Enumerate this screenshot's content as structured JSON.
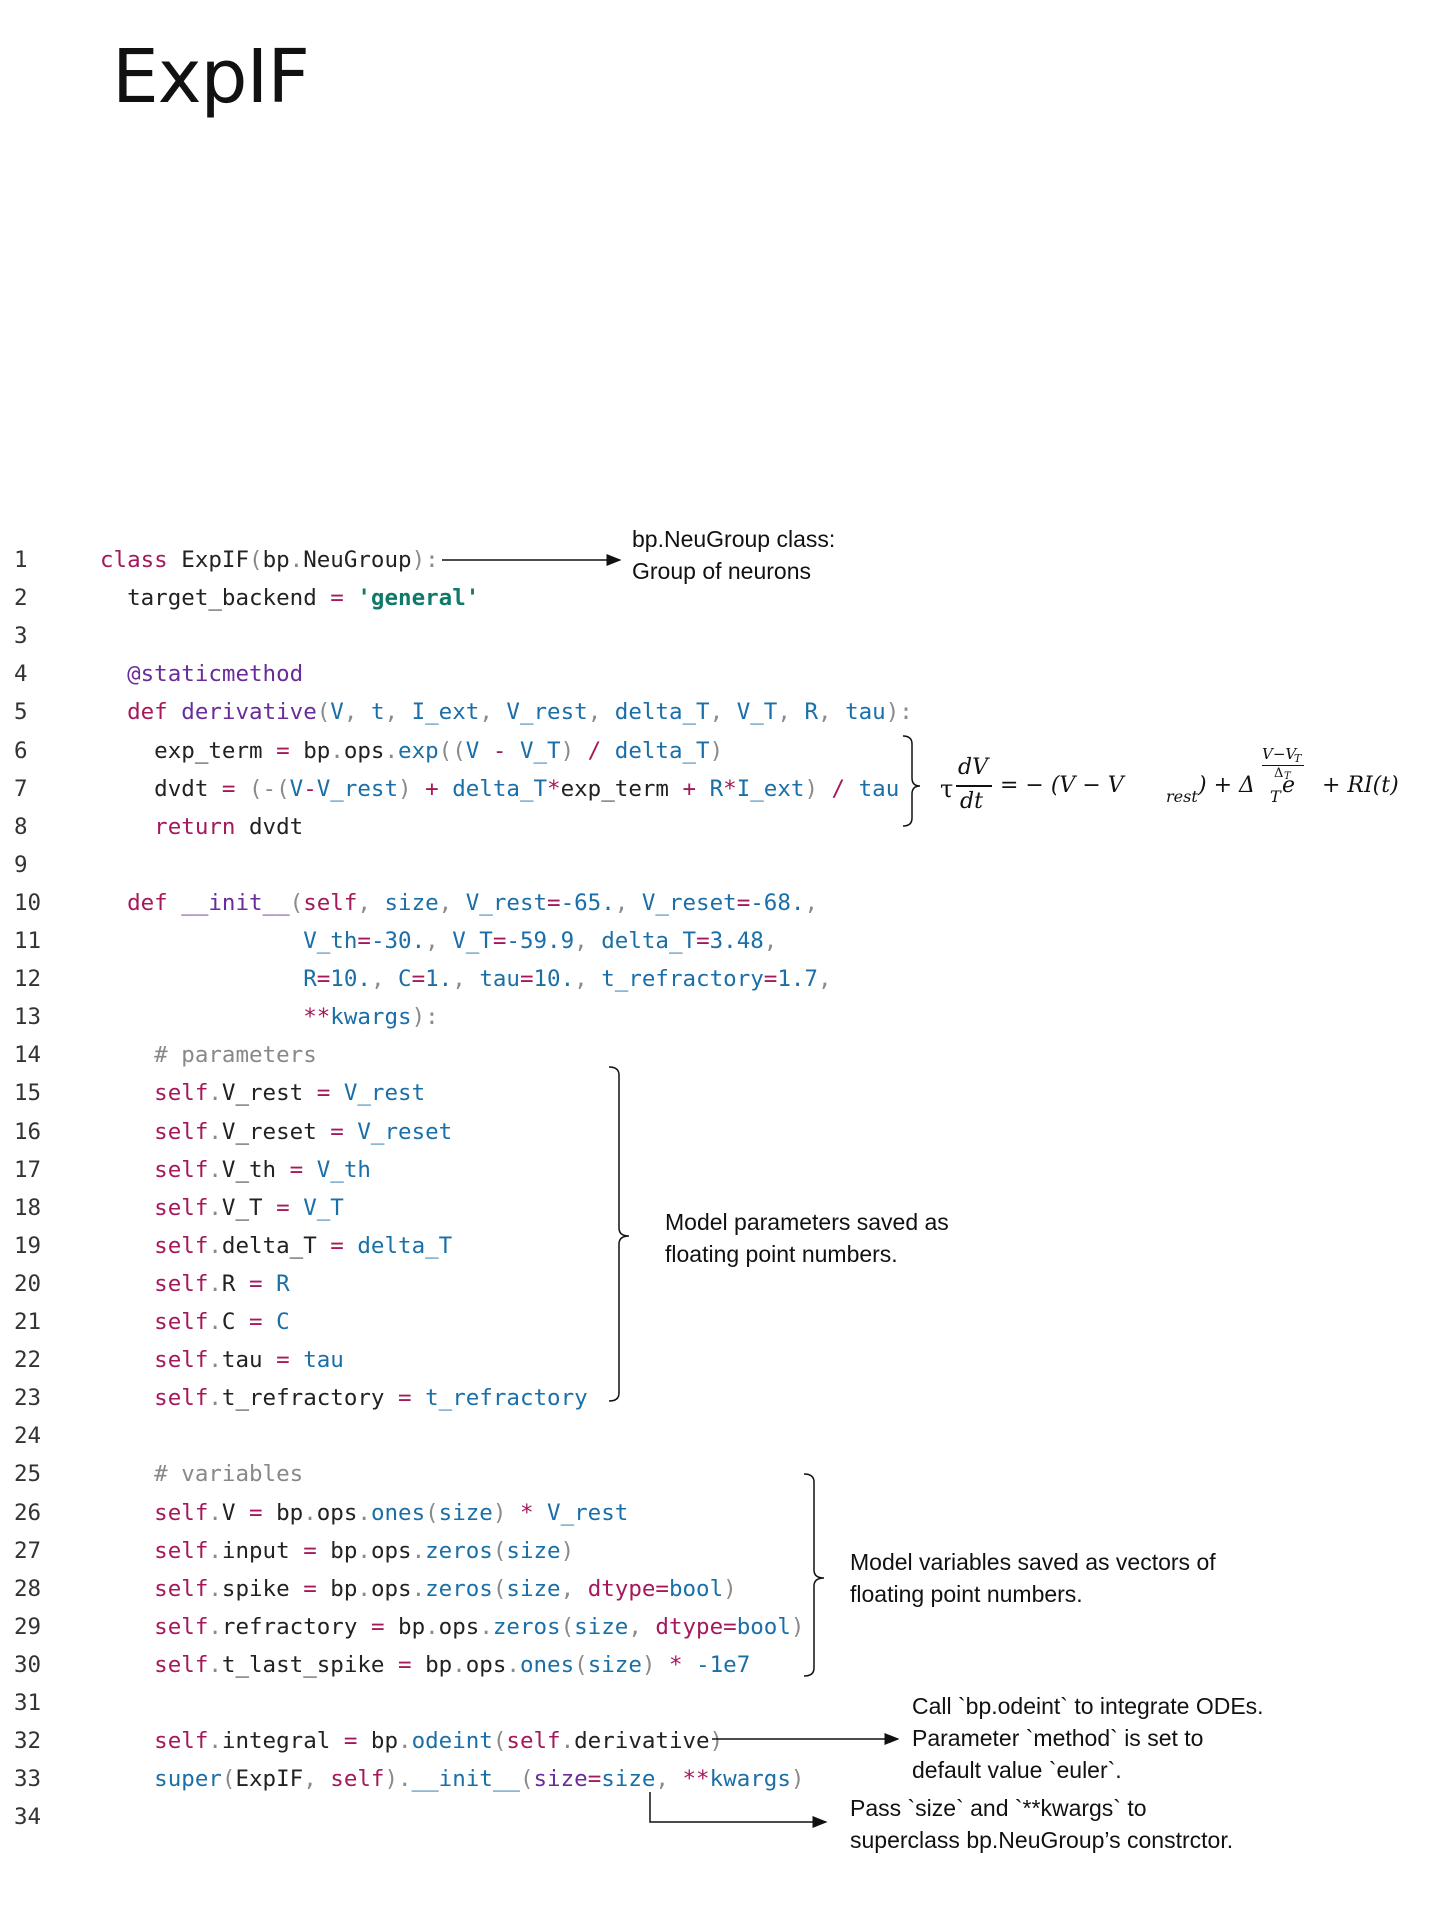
{
  "title": "ExpIF",
  "code_lines": [
    {
      "n": "1",
      "tokens": [
        [
          "kw",
          "class "
        ],
        [
          "pl",
          "ExpIF"
        ],
        [
          "p",
          "("
        ],
        [
          "pl",
          "bp"
        ],
        [
          "p",
          "."
        ],
        [
          "pl",
          "NeuGroup"
        ],
        [
          "p",
          "):"
        ]
      ]
    },
    {
      "n": "2",
      "tokens": [
        [
          "pl",
          "  target_backend "
        ],
        [
          "op",
          "="
        ],
        [
          "pl",
          " "
        ],
        [
          "st",
          "'general'"
        ]
      ]
    },
    {
      "n": "3",
      "tokens": []
    },
    {
      "n": "4",
      "tokens": [
        [
          "fn",
          "  @staticmethod"
        ]
      ]
    },
    {
      "n": "5",
      "tokens": [
        [
          "kw",
          "  def "
        ],
        [
          "fn",
          "derivative"
        ],
        [
          "p",
          "("
        ],
        [
          "pr",
          "V"
        ],
        [
          "p",
          ", "
        ],
        [
          "pr",
          "t"
        ],
        [
          "p",
          ", "
        ],
        [
          "pr",
          "I_ext"
        ],
        [
          "p",
          ", "
        ],
        [
          "pr",
          "V_rest"
        ],
        [
          "p",
          ", "
        ],
        [
          "pr",
          "delta_T"
        ],
        [
          "p",
          ", "
        ],
        [
          "pr",
          "V_T"
        ],
        [
          "p",
          ", "
        ],
        [
          "pr",
          "R"
        ],
        [
          "p",
          ", "
        ],
        [
          "pr",
          "tau"
        ],
        [
          "p",
          "):"
        ]
      ]
    },
    {
      "n": "6",
      "tokens": [
        [
          "pl",
          "    exp_term "
        ],
        [
          "op",
          "="
        ],
        [
          "pl",
          " bp"
        ],
        [
          "p",
          "."
        ],
        [
          "pl",
          "ops"
        ],
        [
          "p",
          "."
        ],
        [
          "pr",
          "exp"
        ],
        [
          "p",
          "(("
        ],
        [
          "pr",
          "V"
        ],
        [
          "op",
          " - "
        ],
        [
          "pr",
          "V_T"
        ],
        [
          "p",
          ")"
        ],
        [
          "op",
          " / "
        ],
        [
          "pr",
          "delta_T"
        ],
        [
          "p",
          ")"
        ]
      ]
    },
    {
      "n": "7",
      "tokens": [
        [
          "pl",
          "    dvdt "
        ],
        [
          "op",
          "="
        ],
        [
          "p",
          " (-("
        ],
        [
          "pr",
          "V"
        ],
        [
          "op",
          "-"
        ],
        [
          "pr",
          "V_rest"
        ],
        [
          "p",
          ")"
        ],
        [
          "op",
          " + "
        ],
        [
          "pr",
          "delta_T"
        ],
        [
          "op",
          "*"
        ],
        [
          "pl",
          "exp_term"
        ],
        [
          "op",
          " + "
        ],
        [
          "pr",
          "R"
        ],
        [
          "op",
          "*"
        ],
        [
          "pr",
          "I_ext"
        ],
        [
          "p",
          ")"
        ],
        [
          "op",
          " / "
        ],
        [
          "pr",
          "tau"
        ]
      ]
    },
    {
      "n": "8",
      "tokens": [
        [
          "kw",
          "    return "
        ],
        [
          "pl",
          "dvdt"
        ]
      ]
    },
    {
      "n": "9",
      "tokens": []
    },
    {
      "n": "10",
      "tokens": [
        [
          "kw",
          "  def "
        ],
        [
          "fn",
          "__init__"
        ],
        [
          "p",
          "("
        ],
        [
          "sf",
          "self"
        ],
        [
          "p",
          ", "
        ],
        [
          "pr",
          "size"
        ],
        [
          "p",
          ", "
        ],
        [
          "pr",
          "V_rest"
        ],
        [
          "op",
          "="
        ],
        [
          "pr",
          "-65."
        ],
        [
          "p",
          ", "
        ],
        [
          "pr",
          "V_reset"
        ],
        [
          "op",
          "="
        ],
        [
          "pr",
          "-68."
        ],
        [
          "p",
          ","
        ]
      ]
    },
    {
      "n": "11",
      "tokens": [
        [
          "pl",
          "               "
        ],
        [
          "pr",
          "V_th"
        ],
        [
          "op",
          "="
        ],
        [
          "pr",
          "-30."
        ],
        [
          "p",
          ", "
        ],
        [
          "pr",
          "V_T"
        ],
        [
          "op",
          "="
        ],
        [
          "pr",
          "-59.9"
        ],
        [
          "p",
          ", "
        ],
        [
          "pr",
          "delta_T"
        ],
        [
          "op",
          "="
        ],
        [
          "pr",
          "3.48"
        ],
        [
          "p",
          ","
        ]
      ]
    },
    {
      "n": "12",
      "tokens": [
        [
          "pl",
          "               "
        ],
        [
          "pr",
          "R"
        ],
        [
          "op",
          "="
        ],
        [
          "pr",
          "10."
        ],
        [
          "p",
          ", "
        ],
        [
          "pr",
          "C"
        ],
        [
          "op",
          "="
        ],
        [
          "pr",
          "1."
        ],
        [
          "p",
          ", "
        ],
        [
          "pr",
          "tau"
        ],
        [
          "op",
          "="
        ],
        [
          "pr",
          "10."
        ],
        [
          "p",
          ", "
        ],
        [
          "pr",
          "t_refractory"
        ],
        [
          "op",
          "="
        ],
        [
          "pr",
          "1.7"
        ],
        [
          "p",
          ","
        ]
      ]
    },
    {
      "n": "13",
      "tokens": [
        [
          "pl",
          "               "
        ],
        [
          "op",
          "**"
        ],
        [
          "pr",
          "kwargs"
        ],
        [
          "p",
          "):"
        ]
      ]
    },
    {
      "n": "14",
      "tokens": [
        [
          "cm",
          "    # parameters"
        ]
      ]
    },
    {
      "n": "15",
      "tokens": [
        [
          "sf",
          "    self"
        ],
        [
          "p",
          "."
        ],
        [
          "pl",
          "V_rest "
        ],
        [
          "op",
          "="
        ],
        [
          "pr",
          " V_rest"
        ]
      ]
    },
    {
      "n": "16",
      "tokens": [
        [
          "sf",
          "    self"
        ],
        [
          "p",
          "."
        ],
        [
          "pl",
          "V_reset "
        ],
        [
          "op",
          "="
        ],
        [
          "pr",
          " V_reset"
        ]
      ]
    },
    {
      "n": "17",
      "tokens": [
        [
          "sf",
          "    self"
        ],
        [
          "p",
          "."
        ],
        [
          "pl",
          "V_th "
        ],
        [
          "op",
          "="
        ],
        [
          "pr",
          " V_th"
        ]
      ]
    },
    {
      "n": "18",
      "tokens": [
        [
          "sf",
          "    self"
        ],
        [
          "p",
          "."
        ],
        [
          "pl",
          "V_T "
        ],
        [
          "op",
          "="
        ],
        [
          "pr",
          " V_T"
        ]
      ]
    },
    {
      "n": "19",
      "tokens": [
        [
          "sf",
          "    self"
        ],
        [
          "p",
          "."
        ],
        [
          "pl",
          "delta_T "
        ],
        [
          "op",
          "="
        ],
        [
          "pr",
          " delta_T"
        ]
      ]
    },
    {
      "n": "20",
      "tokens": [
        [
          "sf",
          "    self"
        ],
        [
          "p",
          "."
        ],
        [
          "pl",
          "R "
        ],
        [
          "op",
          "="
        ],
        [
          "pr",
          " R"
        ]
      ]
    },
    {
      "n": "21",
      "tokens": [
        [
          "sf",
          "    self"
        ],
        [
          "p",
          "."
        ],
        [
          "pl",
          "C "
        ],
        [
          "op",
          "="
        ],
        [
          "pr",
          " C"
        ]
      ]
    },
    {
      "n": "22",
      "tokens": [
        [
          "sf",
          "    self"
        ],
        [
          "p",
          "."
        ],
        [
          "pl",
          "tau "
        ],
        [
          "op",
          "="
        ],
        [
          "pr",
          " tau"
        ]
      ]
    },
    {
      "n": "23",
      "tokens": [
        [
          "sf",
          "    self"
        ],
        [
          "p",
          "."
        ],
        [
          "pl",
          "t_refractory "
        ],
        [
          "op",
          "="
        ],
        [
          "pr",
          " t_refractory"
        ]
      ]
    },
    {
      "n": "24",
      "tokens": []
    },
    {
      "n": "25",
      "tokens": [
        [
          "cm",
          "    # variables"
        ]
      ]
    },
    {
      "n": "26",
      "tokens": [
        [
          "sf",
          "    self"
        ],
        [
          "p",
          "."
        ],
        [
          "pl",
          "V "
        ],
        [
          "op",
          "="
        ],
        [
          "pl",
          " bp"
        ],
        [
          "p",
          "."
        ],
        [
          "pl",
          "ops"
        ],
        [
          "p",
          "."
        ],
        [
          "pr",
          "ones"
        ],
        [
          "p",
          "("
        ],
        [
          "pr",
          "size"
        ],
        [
          "p",
          ")"
        ],
        [
          "op",
          " * "
        ],
        [
          "pr",
          "V_rest"
        ]
      ]
    },
    {
      "n": "27",
      "tokens": [
        [
          "sf",
          "    self"
        ],
        [
          "p",
          "."
        ],
        [
          "pl",
          "input "
        ],
        [
          "op",
          "="
        ],
        [
          "pl",
          " bp"
        ],
        [
          "p",
          "."
        ],
        [
          "pl",
          "ops"
        ],
        [
          "p",
          "."
        ],
        [
          "pr",
          "zeros"
        ],
        [
          "p",
          "("
        ],
        [
          "pr",
          "size"
        ],
        [
          "p",
          ")"
        ]
      ]
    },
    {
      "n": "28",
      "tokens": [
        [
          "sf",
          "    self"
        ],
        [
          "p",
          "."
        ],
        [
          "pl",
          "spike "
        ],
        [
          "op",
          "="
        ],
        [
          "pl",
          " bp"
        ],
        [
          "p",
          "."
        ],
        [
          "pl",
          "ops"
        ],
        [
          "p",
          "."
        ],
        [
          "pr",
          "zeros"
        ],
        [
          "p",
          "("
        ],
        [
          "pr",
          "size"
        ],
        [
          "p",
          ", "
        ],
        [
          "kw",
          "dtype"
        ],
        [
          "op",
          "="
        ],
        [
          "pr",
          "bool"
        ],
        [
          "p",
          ")"
        ]
      ]
    },
    {
      "n": "29",
      "tokens": [
        [
          "sf",
          "    self"
        ],
        [
          "p",
          "."
        ],
        [
          "pl",
          "refractory "
        ],
        [
          "op",
          "="
        ],
        [
          "pl",
          " bp"
        ],
        [
          "p",
          "."
        ],
        [
          "pl",
          "ops"
        ],
        [
          "p",
          "."
        ],
        [
          "pr",
          "zeros"
        ],
        [
          "p",
          "("
        ],
        [
          "pr",
          "size"
        ],
        [
          "p",
          ", "
        ],
        [
          "kw",
          "dtype"
        ],
        [
          "op",
          "="
        ],
        [
          "pr",
          "bool"
        ],
        [
          "p",
          ")"
        ]
      ]
    },
    {
      "n": "30",
      "tokens": [
        [
          "sf",
          "    self"
        ],
        [
          "p",
          "."
        ],
        [
          "pl",
          "t_last_spike "
        ],
        [
          "op",
          "="
        ],
        [
          "pl",
          " bp"
        ],
        [
          "p",
          "."
        ],
        [
          "pl",
          "ops"
        ],
        [
          "p",
          "."
        ],
        [
          "pr",
          "ones"
        ],
        [
          "p",
          "("
        ],
        [
          "pr",
          "size"
        ],
        [
          "p",
          ")"
        ],
        [
          "op",
          " * "
        ],
        [
          "pr",
          "-1e7"
        ]
      ]
    },
    {
      "n": "31",
      "tokens": []
    },
    {
      "n": "32",
      "tokens": [
        [
          "sf",
          "    self"
        ],
        [
          "p",
          "."
        ],
        [
          "pl",
          "integral "
        ],
        [
          "op",
          "="
        ],
        [
          "pl",
          " bp"
        ],
        [
          "p",
          "."
        ],
        [
          "pr",
          "odeint"
        ],
        [
          "p",
          "("
        ],
        [
          "sf",
          "self"
        ],
        [
          "p",
          "."
        ],
        [
          "pl",
          "derivative"
        ],
        [
          "p",
          ")"
        ]
      ]
    },
    {
      "n": "33",
      "tokens": [
        [
          "pr",
          "    super"
        ],
        [
          "p",
          "("
        ],
        [
          "pl",
          "ExpIF"
        ],
        [
          "p",
          ", "
        ],
        [
          "sf",
          "self"
        ],
        [
          "p",
          ")."
        ],
        [
          "pr",
          "__init__"
        ],
        [
          "p",
          "("
        ],
        [
          "fn",
          "size"
        ],
        [
          "op",
          "="
        ],
        [
          "pr",
          "size"
        ],
        [
          "p",
          ", "
        ],
        [
          "op",
          "**"
        ],
        [
          "pr",
          "kwargs"
        ],
        [
          "p",
          ")"
        ]
      ]
    },
    {
      "n": "34",
      "tokens": []
    }
  ],
  "annotations": {
    "neugroup": "bp.NeuGroup class:\nGroup of neurons",
    "parameters": "Model parameters saved as\nfloating point numbers.",
    "variables": "Model variables saved as vectors of\nfloating point numbers.",
    "odeint": "Call `bp.odeint` to integrate ODEs.\nParameter `method` is set to\ndefault value `euler`.",
    "superclass": "Pass `size` and `**kwargs` to\nsuperclass bp.NeuGroup’s constrctor."
  },
  "equation": {
    "tau": "τ",
    "dV": "dV",
    "dt": "dt",
    "middle": "= − (V  − V",
    "rest": "rest",
    "plus_delta": ") + Δ",
    "T_sub": "T",
    "e": "e",
    "exp_num": "V−V",
    "exp_num_sub": "T",
    "exp_den": "Δ",
    "exp_den_sub": "T",
    "tail": "+ RI(t)"
  }
}
